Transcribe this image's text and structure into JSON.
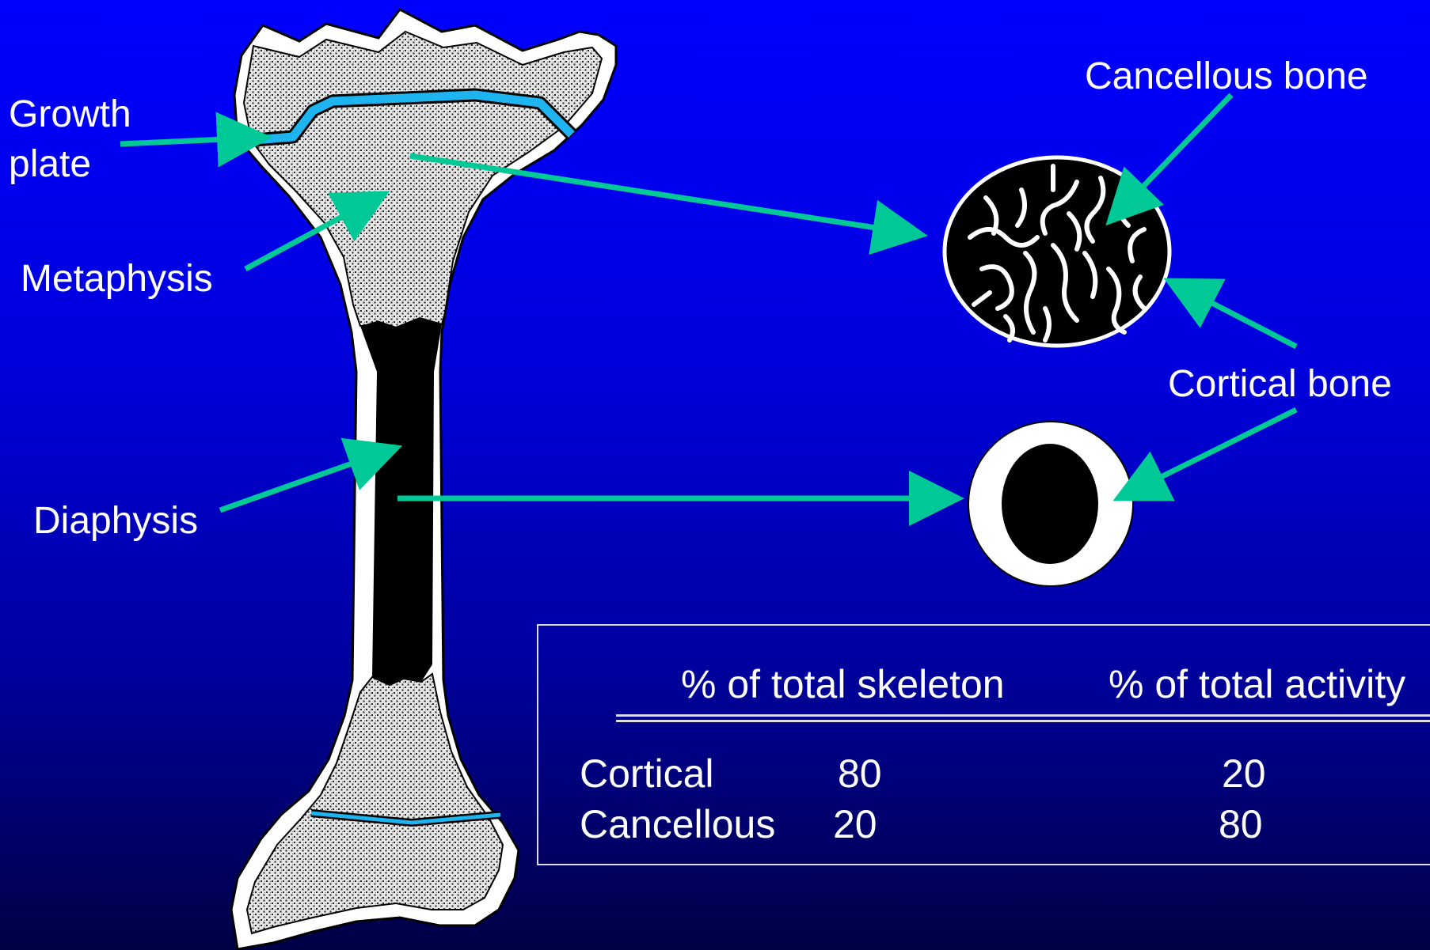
{
  "labels": {
    "growth_plate_line1": "Growth",
    "growth_plate_line2": "plate",
    "metaphysis": "Metaphysis",
    "diaphysis": "Diaphysis",
    "cancellous_bone": "Cancellous bone",
    "cortical_bone": "Cortical bone"
  },
  "table": {
    "headers": [
      "% of total skeleton",
      "% of total activity"
    ],
    "rows": [
      {
        "name": "Cortical",
        "skeleton": "80",
        "activity": "20"
      },
      {
        "name": "Cancellous",
        "skeleton": "20",
        "activity": "80"
      }
    ]
  },
  "colors": {
    "background_top": "#0000ff",
    "background_bottom": "#000045",
    "arrow": "#00c896",
    "growth_plate": "#1eb4f0",
    "marrow": "#000000",
    "outline": "#ffffff"
  }
}
